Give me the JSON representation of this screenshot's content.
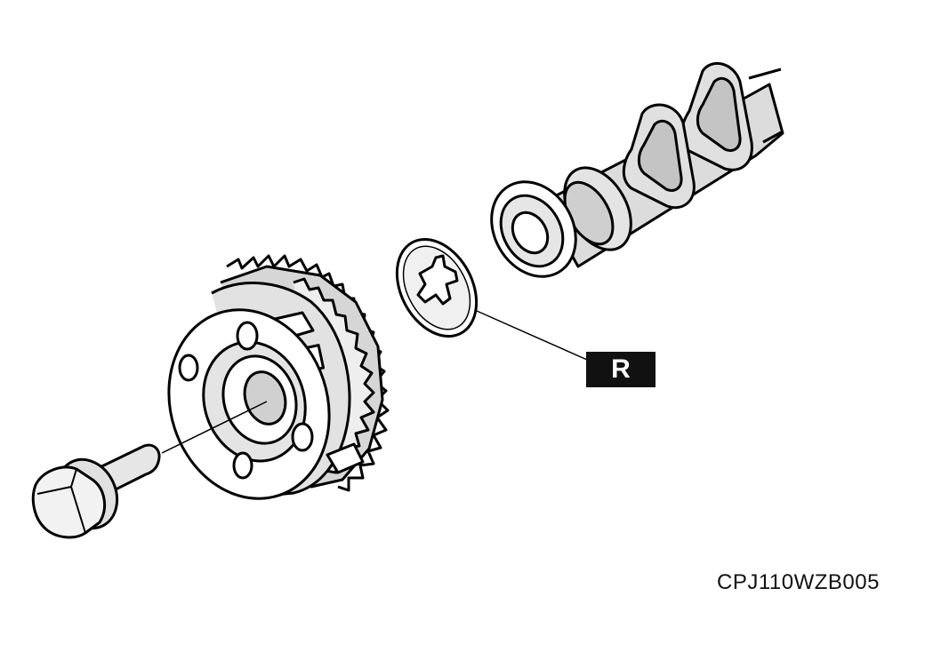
{
  "figure": {
    "code": "CPJ110WZB005",
    "replace_badge": "R",
    "line_color": "#000000",
    "shade_color": "#c8c8c8",
    "light_shade_color": "#e8e8e8",
    "parts": [
      "camshaft",
      "retaining-washer",
      "variable-valve-timing-actuator",
      "flange-bolt"
    ]
  }
}
